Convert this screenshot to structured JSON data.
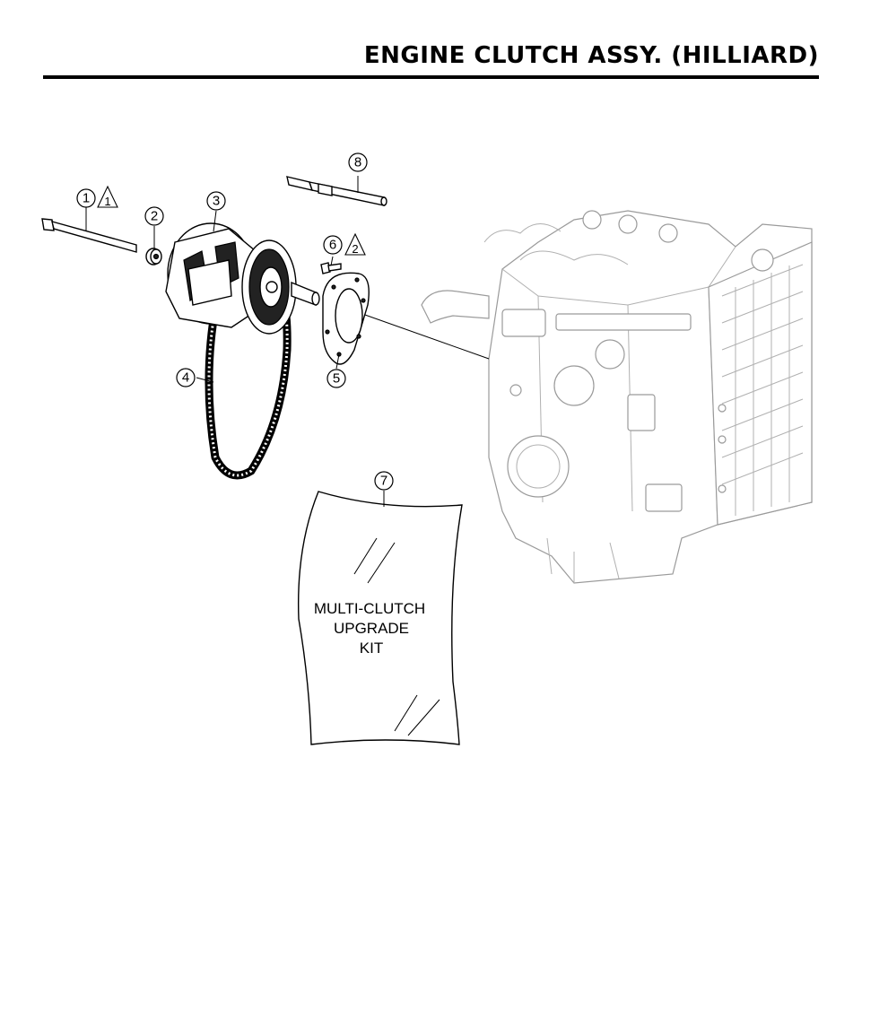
{
  "title": "ENGINE CLUTCH ASSY. (HILLIARD)",
  "callouts": [
    {
      "id": "1",
      "warning": "1"
    },
    {
      "id": "2"
    },
    {
      "id": "3"
    },
    {
      "id": "4"
    },
    {
      "id": "5"
    },
    {
      "id": "6",
      "warning": "2"
    },
    {
      "id": "7"
    },
    {
      "id": "8"
    }
  ],
  "kit_label": {
    "line1": "MULTI-CLUTCH",
    "line2": "UPGRADE",
    "line3": "KIT"
  }
}
